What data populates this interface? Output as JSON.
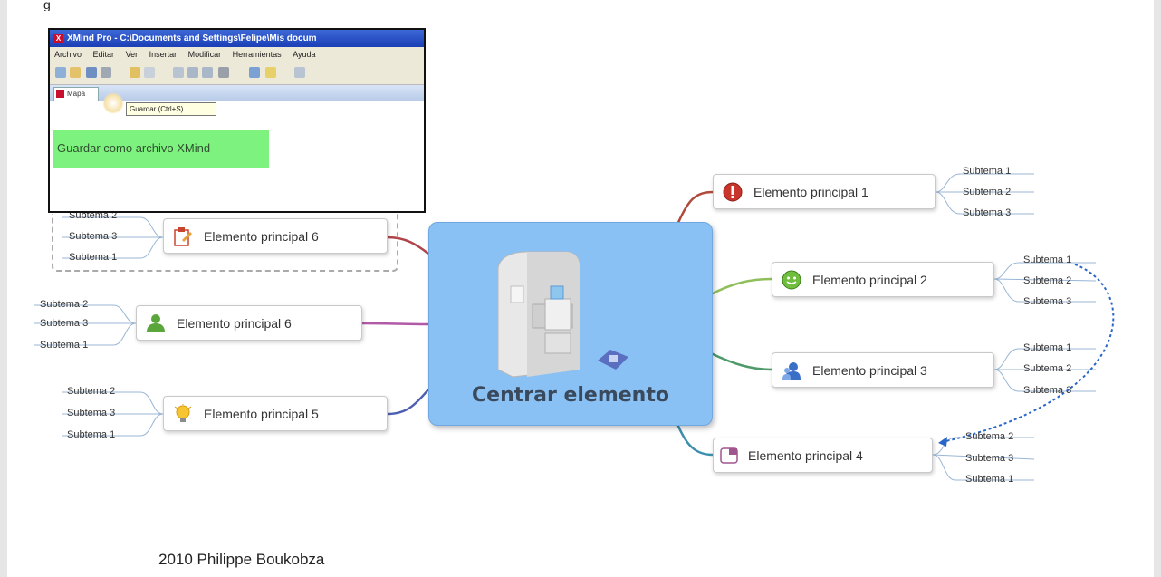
{
  "top_fragment": "g",
  "inset": {
    "title": "XMind Pro - C:\\Documents and Settings\\Felipe\\Mis docum",
    "menu": [
      "Archivo",
      "Editar",
      "Ver",
      "Insertar",
      "Modificar",
      "Herramientas",
      "Ayuda"
    ],
    "tab_label": "Mapa",
    "tooltip": "Guardar (Ctrl+S)",
    "green_box_text": "Guardar como archivo XMind"
  },
  "center": {
    "title": "Centrar elemento"
  },
  "topics": {
    "t1": {
      "label": "Elemento principal  1",
      "subs": [
        "Subtema 1",
        "Subtema 2",
        "Subtema 3"
      ]
    },
    "t2": {
      "label": "Elemento principal  2",
      "subs": [
        "Subtema 1",
        "Subtema 2",
        "Subtema 3"
      ]
    },
    "t3": {
      "label": "Elemento principal  3",
      "subs": [
        "Subtema 1",
        "Subtema 2",
        "Subtema 3"
      ]
    },
    "t4": {
      "label": "Elemento principal  4",
      "subs": [
        "Subtema 2",
        "Subtema 3",
        "Subtema 1"
      ]
    },
    "t5": {
      "label": "Elemento principal  5",
      "subs": [
        "Subtema 2",
        "Subtema 3",
        "Subtema 1"
      ]
    },
    "t6a": {
      "label": "Elemento principal  6",
      "subs": [
        "Subtema 2",
        "Subtema 3",
        "Subtema 1"
      ]
    },
    "t6b": {
      "label": "Elemento principal  6",
      "subs": [
        "Subtema 2",
        "Subtema 3",
        "Subtema 1"
      ]
    }
  },
  "footer": "2010 Philippe Boukobza"
}
